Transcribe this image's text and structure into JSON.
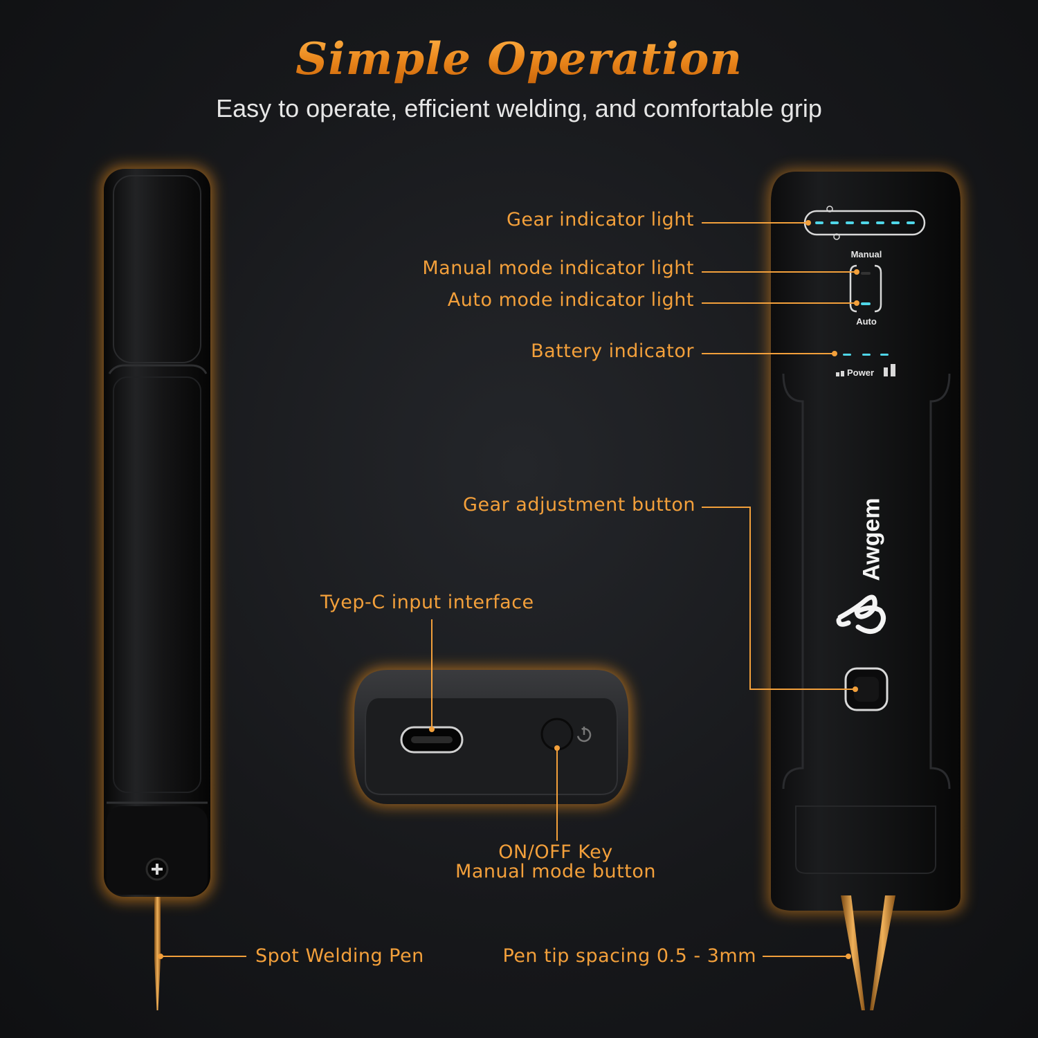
{
  "header": {
    "title": "Simple Operation",
    "subtitle": "Easy to operate, efficient welding, and comfortable grip"
  },
  "callouts": {
    "gear_indicator": "Gear indicator light",
    "manual_indicator": "Manual mode indicator light",
    "auto_indicator": "Auto mode indicator light",
    "battery_indicator": "Battery indicator",
    "gear_button": "Gear adjustment button",
    "typec": "Tyep-C input interface",
    "onoff_line1": "ON/OFF Key",
    "onoff_line2": "Manual mode button",
    "spot_pen": "Spot Welding Pen",
    "tip_spacing": "Pen tip spacing 0.5 - 3mm"
  },
  "device": {
    "brand": "Awgem",
    "manual_label": "Manual",
    "auto_label": "Auto",
    "power_label": "Power"
  },
  "colors": {
    "accent": "#f3a03b",
    "indicator": "#4fd6e8",
    "glow": "#ff9a1f"
  }
}
